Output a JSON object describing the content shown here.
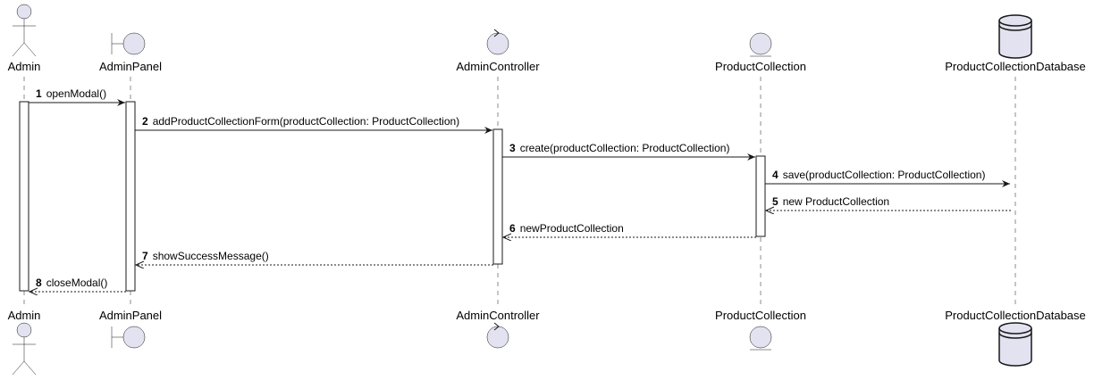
{
  "diagram": {
    "type": "sequence",
    "colors": {
      "participant_fill": "#E2E2F0",
      "stroke": "#181818",
      "background": "#FFFFFF",
      "activation_fill": "#FFFFFF",
      "lifeline": "#181818"
    },
    "participants": [
      {
        "id": "admin",
        "name": "Admin",
        "shape": "actor"
      },
      {
        "id": "panel",
        "name": "AdminPanel",
        "shape": "boundary"
      },
      {
        "id": "ctrl",
        "name": "AdminController",
        "shape": "control"
      },
      {
        "id": "coll",
        "name": "ProductCollection",
        "shape": "entity"
      },
      {
        "id": "db",
        "name": "ProductCollectionDatabase",
        "shape": "database"
      }
    ],
    "messages": [
      {
        "number": "1",
        "text": "openModal()",
        "from": "admin",
        "to": "panel",
        "style": "sync"
      },
      {
        "number": "2",
        "text": "addProductCollectionForm(productCollection: ProductCollection)",
        "from": "panel",
        "to": "ctrl",
        "style": "sync"
      },
      {
        "number": "3",
        "text": "create(productCollection: ProductCollection)",
        "from": "ctrl",
        "to": "coll",
        "style": "sync"
      },
      {
        "number": "4",
        "text": "save(productCollection: ProductCollection)",
        "from": "coll",
        "to": "db",
        "style": "sync"
      },
      {
        "number": "5",
        "text": "new ProductCollection",
        "from": "db",
        "to": "coll",
        "style": "return"
      },
      {
        "number": "6",
        "text": "newProductCollection",
        "from": "coll",
        "to": "ctrl",
        "style": "return"
      },
      {
        "number": "7",
        "text": "showSuccessMessage()",
        "from": "ctrl",
        "to": "panel",
        "style": "return"
      },
      {
        "number": "8",
        "text": "closeModal()",
        "from": "panel",
        "to": "admin",
        "style": "return"
      }
    ],
    "activations": [
      {
        "participant": "admin",
        "from_message": 1,
        "to_message": 8
      },
      {
        "participant": "panel",
        "from_message": 1,
        "to_message": 8
      },
      {
        "participant": "ctrl",
        "from_message": 2,
        "to_message": 7
      },
      {
        "participant": "coll",
        "from_message": 3,
        "to_message": 6
      }
    ]
  }
}
